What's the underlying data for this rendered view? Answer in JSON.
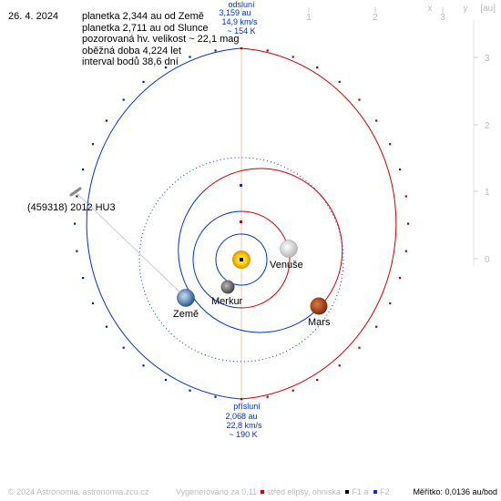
{
  "date": "26. 4. 2024",
  "info": {
    "earth_distance": "planetka 2,344 au od Země",
    "sun_distance": "planetka 2,711 au od Slunce",
    "magnitude": "pozorovaná hv. velikost ~ 22,1 mag",
    "period": "oběžná doba 4,224 let",
    "interval": "interval bodů 38,6 dní"
  },
  "object_label": "(459318) 2012 HU3",
  "aphelion": {
    "title": "odsluní",
    "distance": "3,159 au",
    "speed": "14,9 km/s",
    "temp": "~ 154 K"
  },
  "perihelion": {
    "title": "přísluní",
    "distance": "2,068 au",
    "speed": "22,8 km/s",
    "temp": "~ 190 K"
  },
  "planets": {
    "venus": "Venuše",
    "mercury": "Merkur",
    "earth": "Země",
    "mars": "Mars"
  },
  "scale_top": {
    "ticks": [
      "1",
      "2",
      "3"
    ],
    "x_label": "x",
    "y_label": "y",
    "unit": "[au]"
  },
  "scale_right": {
    "ticks": [
      "3",
      "2",
      "1",
      "0"
    ]
  },
  "footer": {
    "copyright": "© 2024 Astronomia, astronomia.zcu.cz",
    "generated": "Vygenerováno za 0,11 s",
    "legend_center": "střed elipsy, ohniska",
    "legend_f1": "F1",
    "legend_a": "a",
    "legend_f2": "F2",
    "scale": "Měřítko: 0,0136 au/bod"
  },
  "colors": {
    "orbit_above": "#d00000",
    "orbit_below": "#0033cc",
    "ecliptic_axis": "#f0c8a0",
    "sun": "#ffcc00",
    "mars": "#b04a1c",
    "earth": "#3a6fb0"
  }
}
